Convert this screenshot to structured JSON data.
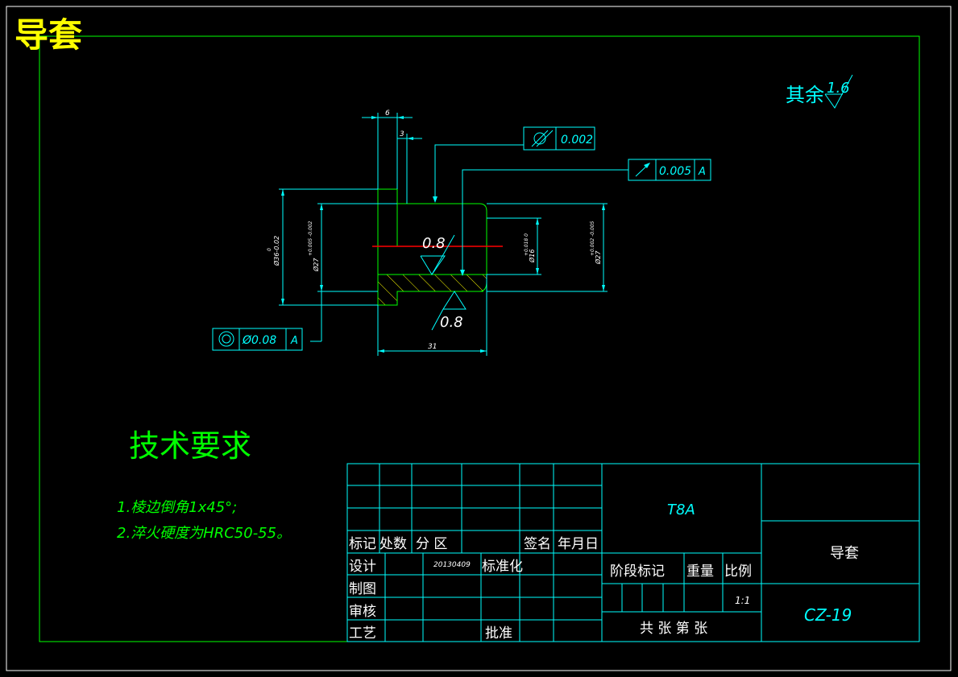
{
  "page_title": "导套",
  "drawing": {
    "dims": {
      "width_6": "6",
      "width_3": "3",
      "length_31": "31",
      "od36": "Ø36-0.02",
      "od36_top": "0",
      "d27_left": "Ø27+0.005-0.002",
      "d27_left_a": "Ø27",
      "d27_left_b": "+0.005 -0.002",
      "d16": "Ø16",
      "d16_tol": "+0.018 0",
      "d27_right": "Ø27",
      "d27_right_tol": "+0.002 -0.005"
    },
    "tolerance_frames": {
      "cylindricity_value": "0.002",
      "runout_value": "0.005",
      "runout_datum": "A",
      "concentric_value": "Ø0.08",
      "concentric_datum": "A"
    },
    "roughness": {
      "inner_top": "0.8",
      "inner_bottom": "0.8",
      "rest_label": "其余",
      "rest_value": "1.6"
    }
  },
  "tech_requirements": {
    "title": "技术要求",
    "items": [
      "1.棱边倒角1x45°;",
      "2.淬火硬度为HRC50-55。"
    ]
  },
  "title_block": {
    "col_labels": [
      "标记",
      "处数",
      "分 区",
      "签名",
      "年月日"
    ],
    "rows": [
      {
        "label": "设计",
        "value": "20130409"
      },
      {
        "label": "制图",
        "value": ""
      },
      {
        "label": "审核",
        "value": ""
      },
      {
        "label": "工艺",
        "value": ""
      }
    ],
    "standardize_label": "标准化",
    "approve_label": "批准",
    "material": "T8A",
    "stage_label": "阶段标记",
    "weight_label": "重量",
    "scale_label": "比例",
    "scale_value": "1:1",
    "sheet_count": "共 张 第 张",
    "part_name": "导套",
    "drawing_number": "CZ-19"
  },
  "colors": {
    "frame": "#00ff00",
    "line": "#00ffff",
    "title_yellow": "#ffff00",
    "text_green": "#00ff00",
    "centerline": "#ff0000",
    "text_white": "#ffffff"
  }
}
